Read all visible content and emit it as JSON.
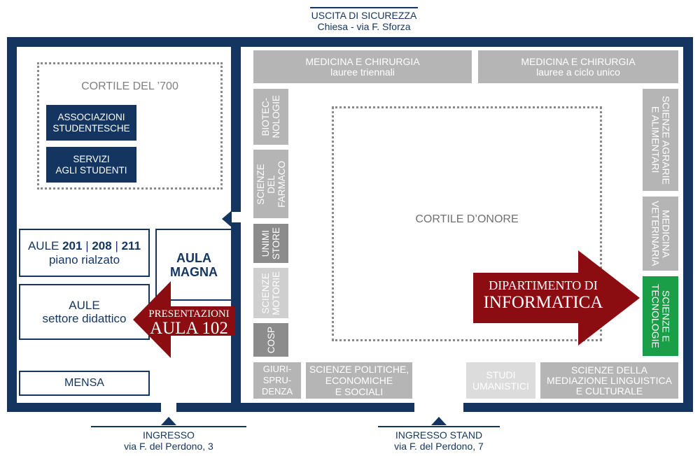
{
  "exits": {
    "safety": {
      "title": "USCITA DI SICUREZZA",
      "sub": "Chiesa - via F. Sforza"
    },
    "main": {
      "title": "INGRESSO",
      "sub": "via F. del Perdono, 3"
    },
    "stand": {
      "title": "INGRESSO STAND",
      "sub": "via F. del Perdono, 7"
    }
  },
  "west": {
    "courtyard": "CORTILE DEL ’700",
    "assoc": [
      "ASSOCIAZIONI",
      "STUDENTESCHE"
    ],
    "services": [
      "SERVIZI",
      "AGLI STUDENTI"
    ],
    "aule_a_prefix": "AULE ",
    "aule_a_n1": "201",
    "aule_a_sep": " | ",
    "aule_a_n2": "208",
    "aule_a_n3": "211",
    "aule_a_sub": "piano rialzato",
    "aula_magna": [
      "AULA",
      "MAGNA"
    ],
    "aule_b": [
      "AULE",
      "settore didattico"
    ],
    "mensa": "MENSA",
    "presentazioni": [
      "PRESENTAZIONI",
      "AULA 102"
    ]
  },
  "east": {
    "med1": [
      "MEDICINA E CHIRURGIA",
      "lauree triennali"
    ],
    "med2": [
      "MEDICINA E CHIRURGIA",
      "lauree a ciclo unico"
    ],
    "biotec": [
      "BIOTEC-",
      "NOLOGIE"
    ],
    "farmaco": [
      "SCIENZE",
      "DEL",
      "FARMACO"
    ],
    "unimi": [
      "UNIMI",
      "STORE"
    ],
    "motorie": [
      "SCIENZE",
      "MOTORIE"
    ],
    "cosp": "COSP",
    "giuri": [
      "GIURI-",
      "SPRU-",
      "DENZA"
    ],
    "politiche": [
      "SCIENZE POLITICHE,",
      "ECONOMICHE",
      "E SOCIALI"
    ],
    "studi": [
      "STUDI",
      "UMANISTICI"
    ],
    "mediazione": [
      "SCIENZE DELLA",
      "MEDIAZIONE LINGUISTICA",
      "E CULTURALE"
    ],
    "agrarie": [
      "SCIENZE AGRARIE",
      "E ALIMENTARI"
    ],
    "veterinaria": [
      "MEDICINA",
      "VETERINARIA"
    ],
    "tecnologie": [
      "SCIENZE E",
      "TECNOLOGIE"
    ],
    "cortile": "CORTILE D’ONORE",
    "informatica": [
      "DIPARTIMENTO DI",
      "INFORMATICA"
    ]
  },
  "colors": {
    "navy": "#13355f",
    "gray": "#b5b5b5",
    "green": "#1a9e47",
    "arrow": "#8b0d12"
  }
}
